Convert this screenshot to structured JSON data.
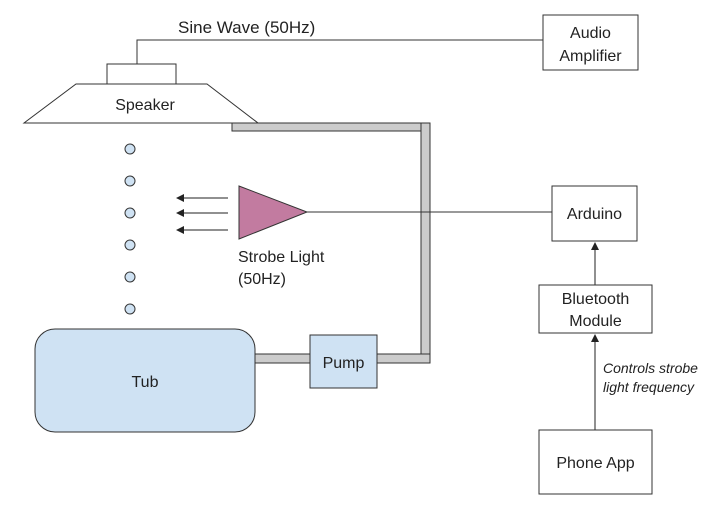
{
  "labels": {
    "sine_wave": "Sine Wave (50Hz)",
    "speaker": "Speaker",
    "audio_amplifier_line1": "Audio",
    "audio_amplifier_line2": "Amplifier",
    "strobe_line1": "Strobe Light",
    "strobe_line2": "(50Hz)",
    "arduino": "Arduino",
    "bluetooth_line1": "Bluetooth",
    "bluetooth_line2": "Module",
    "controls_line1": "Controls strobe",
    "controls_line2": "light frequency",
    "tub": "Tub",
    "pump": "Pump",
    "phone_app": "Phone App"
  },
  "colors": {
    "tub_fill": "#cfe2f3",
    "pump_fill": "#cfe2f3",
    "droplet_fill": "#cfe2f3",
    "strobe_fill": "#c27ba0",
    "pipe_fill": "#cccccc",
    "stroke": "#333333"
  }
}
